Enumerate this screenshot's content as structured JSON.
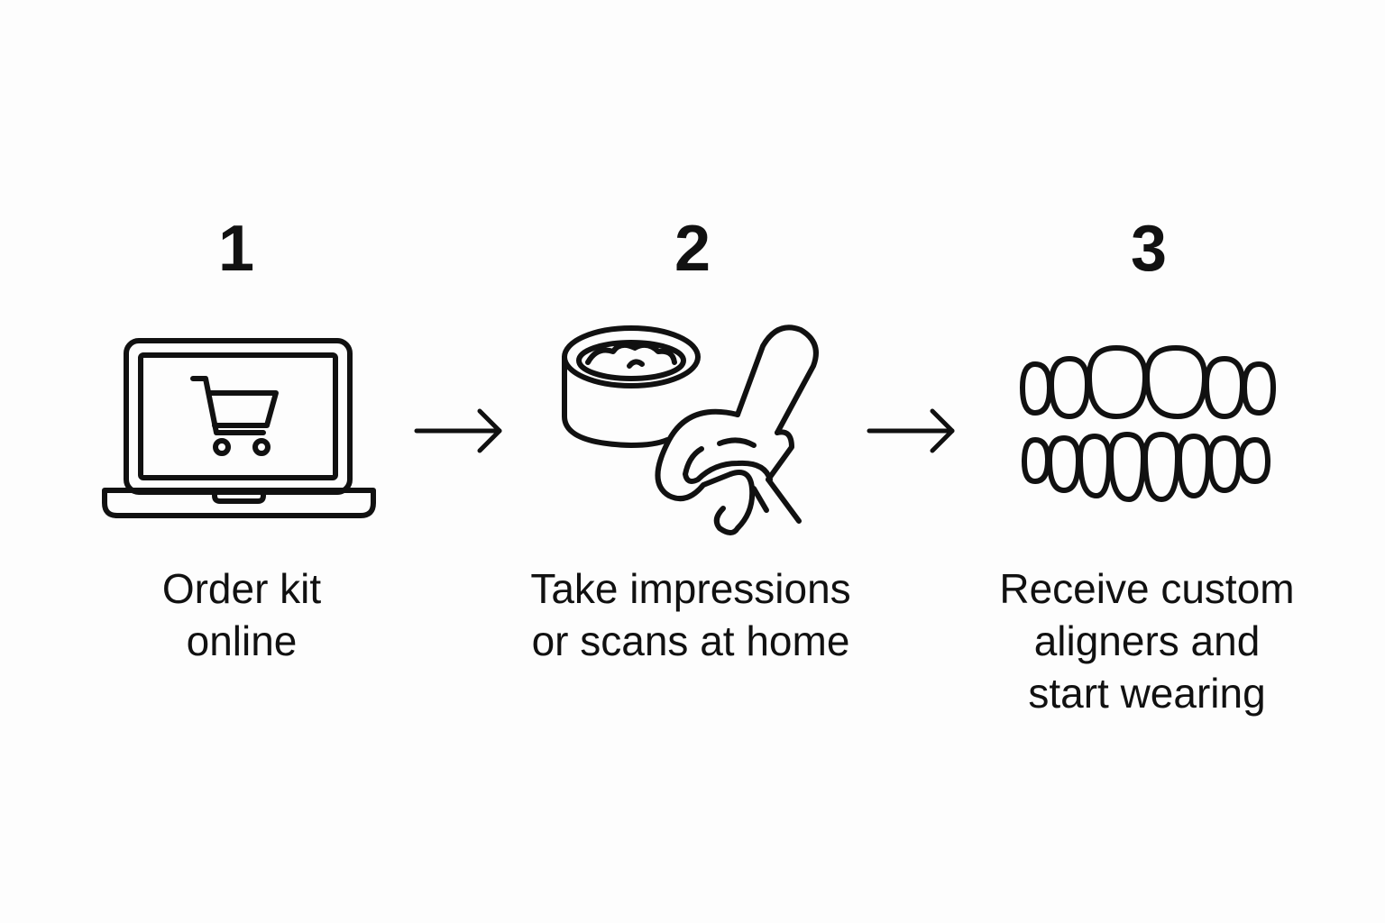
{
  "steps": [
    {
      "number": "1",
      "icon": "laptop-shopping-cart-icon",
      "label": "Order kit\nonline"
    },
    {
      "number": "2",
      "icon": "impression-kit-icon",
      "label": "Take impressions\nor scans at home"
    },
    {
      "number": "3",
      "icon": "teeth-aligners-icon",
      "label": "Receive custom\naligners and\nstart wearing"
    }
  ],
  "connectors": [
    "right-arrow-icon",
    "right-arrow-icon"
  ],
  "colors": {
    "background": "#fdfdfd",
    "ink": "#111111"
  }
}
